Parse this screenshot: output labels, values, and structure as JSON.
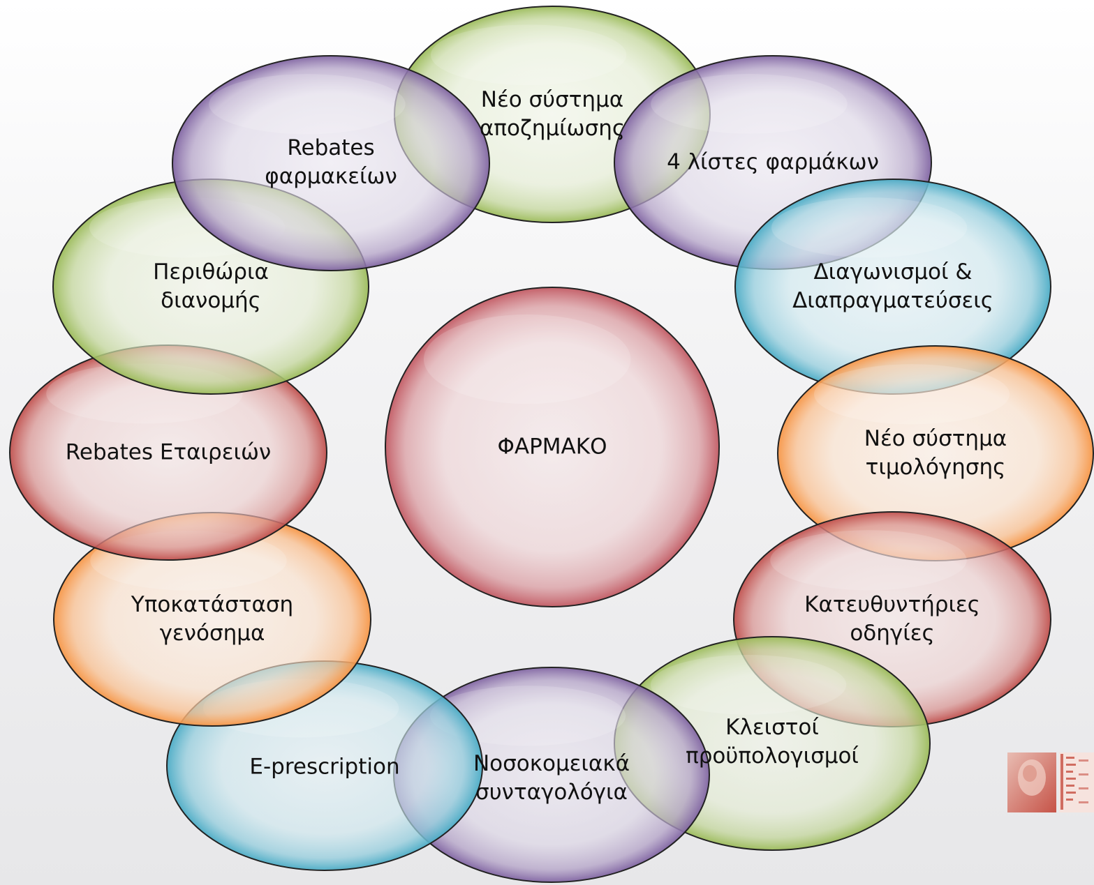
{
  "center": {
    "label": "ΦΑΡΜΑΚΟ",
    "color": "#c25a63"
  },
  "nodes": [
    {
      "id": "neo-systima-apozimiosis",
      "label": "Νέο σύστημα\nαποζημίωσης",
      "color": "#9bbb59"
    },
    {
      "id": "4-listes-farmakon",
      "label": "4 λίστες φαρμάκων",
      "color": "#8064a2"
    },
    {
      "id": "diagonismoi-diapragmateuseis",
      "label": "Διαγωνισμοί &\nΔιαπραγματεύσεις",
      "color": "#4bacc6"
    },
    {
      "id": "neo-systima-timologisis",
      "label": "Νέο σύστημα\nτιμολόγησης",
      "color": "#f79646"
    },
    {
      "id": "kateuthyntiries-odigies",
      "label": "Κατευθυντήριες\nοδηγίες",
      "color": "#c0504d"
    },
    {
      "id": "kleistoi-proypologismoi",
      "label": "Κλειστοί\nπροϋπολογισμοί",
      "color": "#9bbb59"
    },
    {
      "id": "nosokomeiaka-syntagologia",
      "label": "Νοσοκομειακά\nσυνταγολόγια",
      "color": "#8064a2"
    },
    {
      "id": "e-prescription",
      "label": "E-prescription",
      "color": "#4bacc6"
    },
    {
      "id": "ypokatastasi-genosima",
      "label": "Υποκατάσταση\nγενόσημα",
      "color": "#f79646"
    },
    {
      "id": "rebates-etaireion",
      "label": "Rebates Εταιρειών",
      "color": "#c0504d"
    },
    {
      "id": "perithoria-dianomis",
      "label": "Περιθώρια\nδιανομής",
      "color": "#9bbb59"
    },
    {
      "id": "rebates-farmakeion",
      "label": "Rebates\nφαρμακείων",
      "color": "#8064a2"
    }
  ],
  "logo": {
    "colors": [
      "#c0392b",
      "#e8b4a8"
    ]
  }
}
